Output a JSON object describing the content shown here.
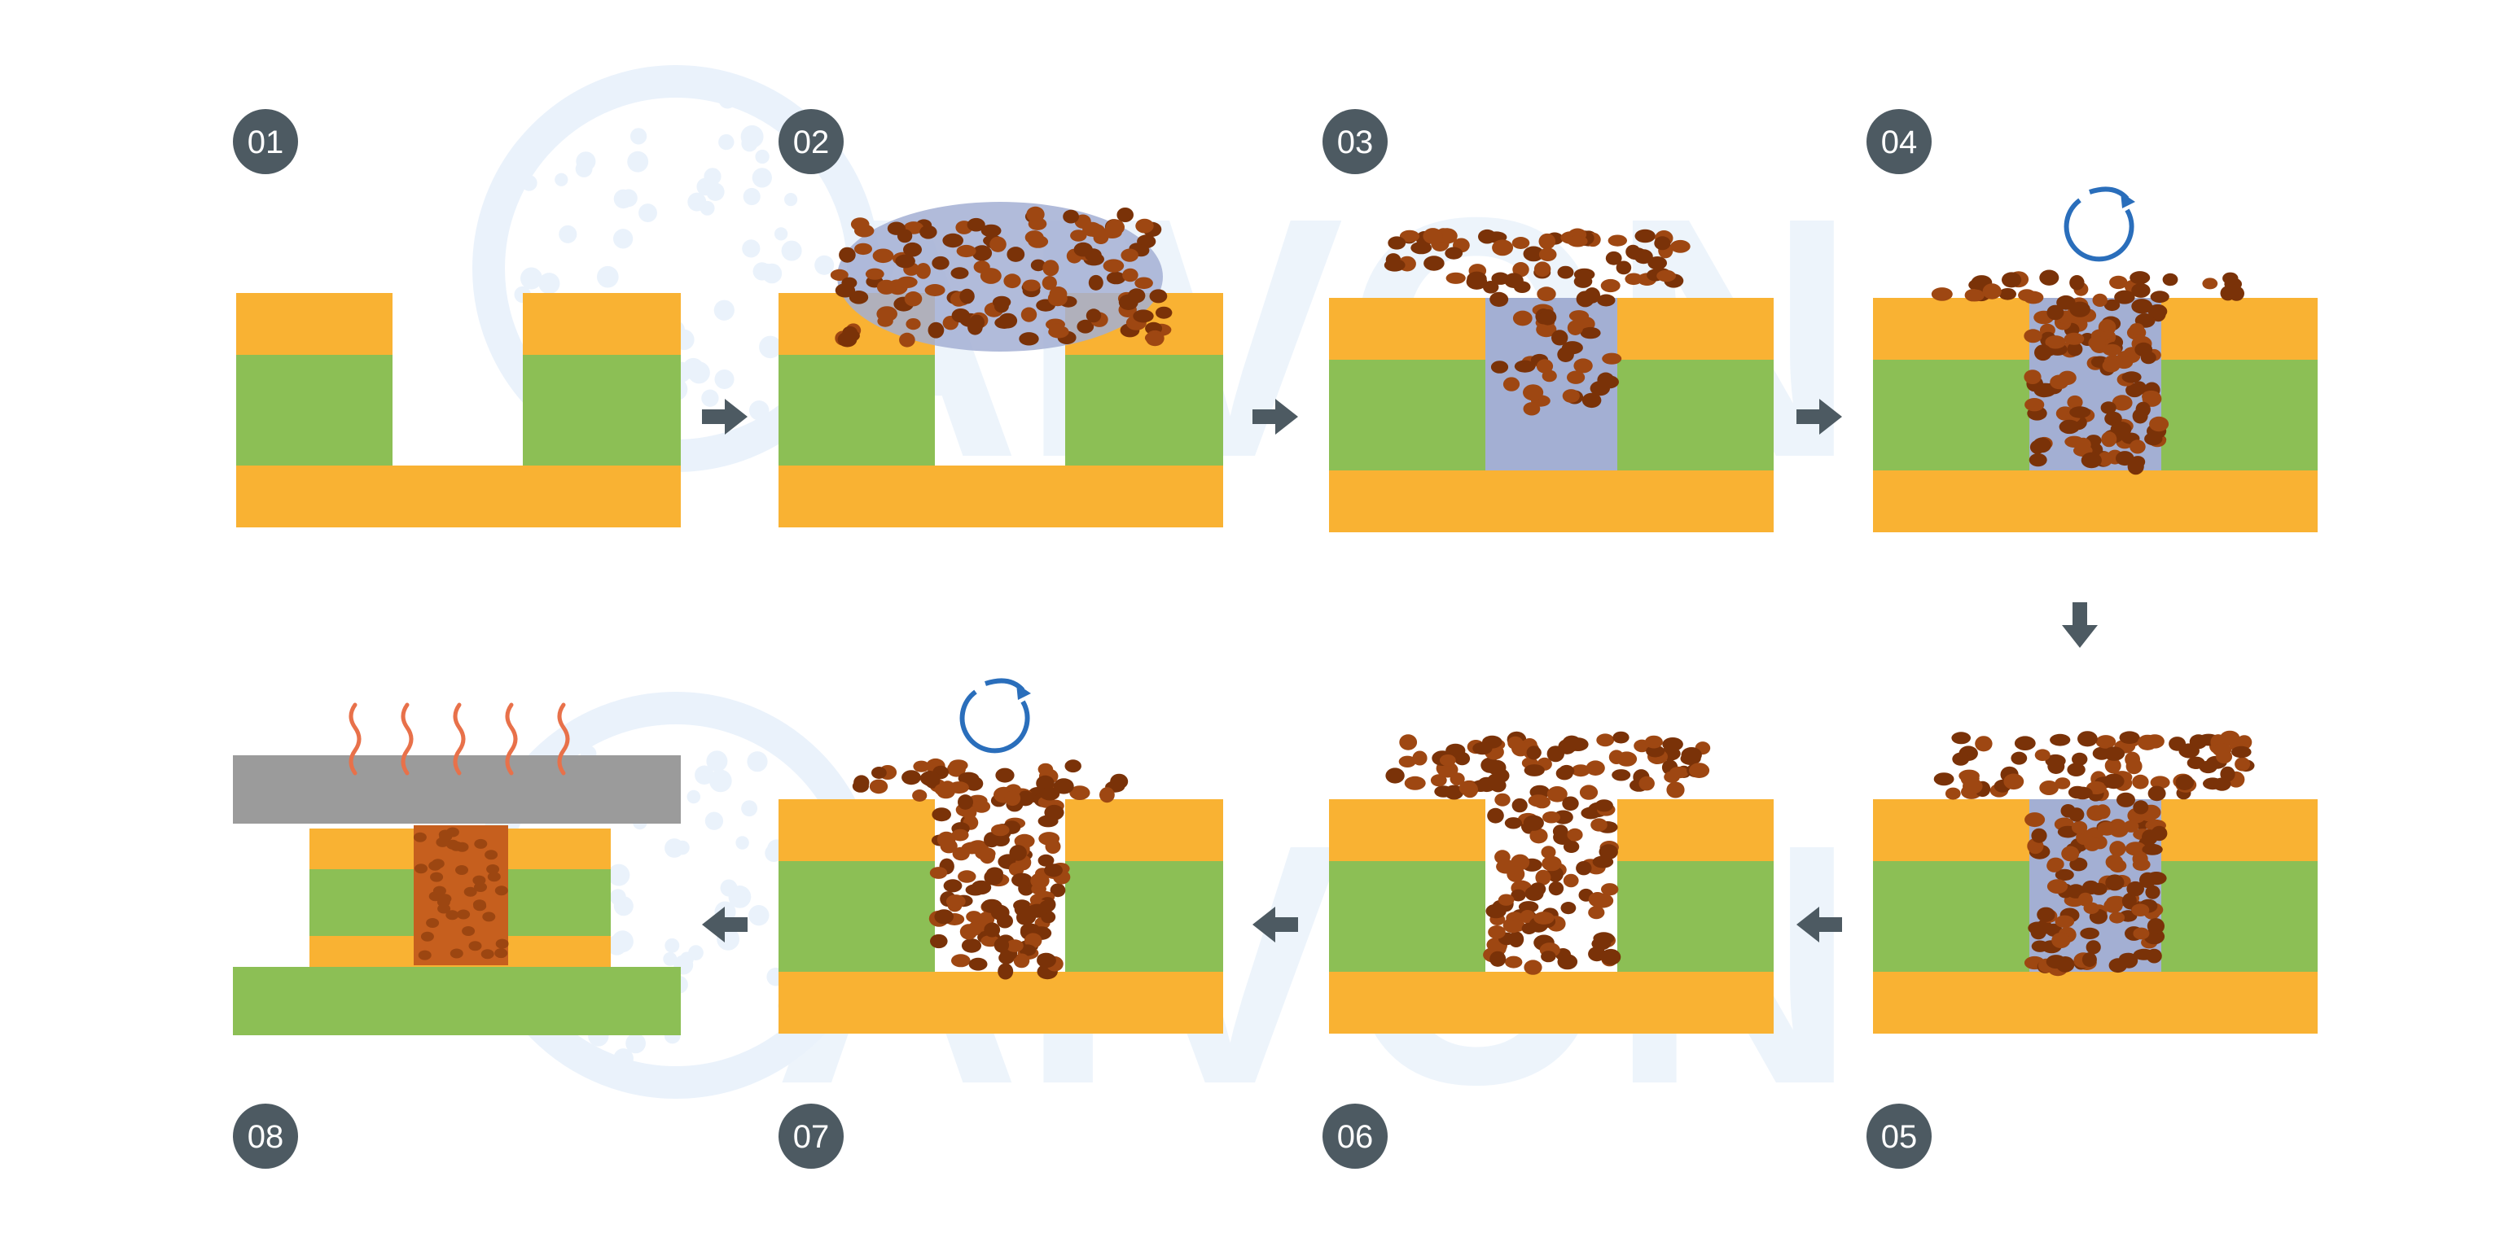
{
  "colors": {
    "copper": "#F9B233",
    "substrate": "#8CBF55",
    "paste_cloud": "#A3AFD3",
    "particle": "#9E4712",
    "particle_alt": "#7A3208",
    "badge": "#4D5A62",
    "arrow": "#4D5A62",
    "rotate": "#2A6EBB",
    "press": "#9B9B9B",
    "heat": "#E8714A",
    "cured": "#C65F1E",
    "watermark": "#E8F1FB"
  },
  "watermark": {
    "text": "AIVON"
  },
  "steps": [
    {
      "badge": "01"
    },
    {
      "badge": "02"
    },
    {
      "badge": "03"
    },
    {
      "badge": "04"
    },
    {
      "badge": "05"
    },
    {
      "badge": "06"
    },
    {
      "badge": "07"
    },
    {
      "badge": "08"
    }
  ],
  "icons": {
    "rotate": "rotate-arrow-icon",
    "heat": "heat-wave-icon",
    "flow": "flow-arrow-icon"
  }
}
